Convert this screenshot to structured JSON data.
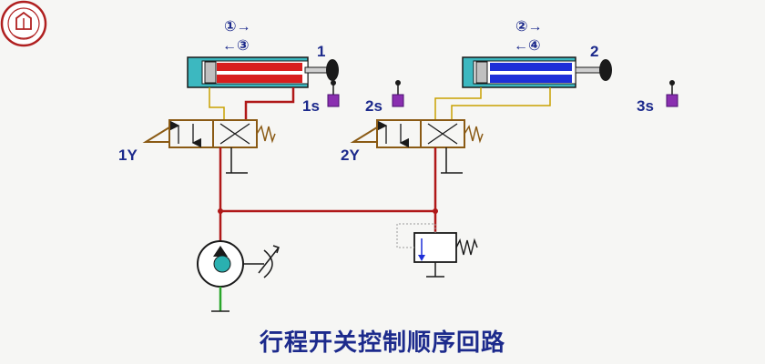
{
  "diagram": {
    "title": "行程开关控制顺序回路",
    "cylinder1": {
      "number": "1",
      "sequence_forward": "①→",
      "sequence_return": "←③"
    },
    "cylinder2": {
      "number": "2",
      "sequence_forward": "②→",
      "sequence_return": "←④"
    },
    "limit_switches": {
      "s1": "1s",
      "s2": "2s",
      "s3": "3s"
    },
    "valves": {
      "v1": "1Y",
      "v2": "2Y"
    },
    "colors": {
      "pressure_line": "#b01818",
      "pipe": "#c8a000",
      "valve_outline": "#8a5a14",
      "cylinder1_fill": "#d81e1e",
      "cylinder2_fill": "#1e2fd8",
      "cylinder_body": "#3cb8c0",
      "switch_purple": "#8a2fb0",
      "suction_line": "#2aa62a",
      "label_blue": "#1c2a8c"
    },
    "icons": [
      "hydraulic-pump-icon",
      "relief-valve-icon",
      "logo-seal-icon"
    ]
  }
}
